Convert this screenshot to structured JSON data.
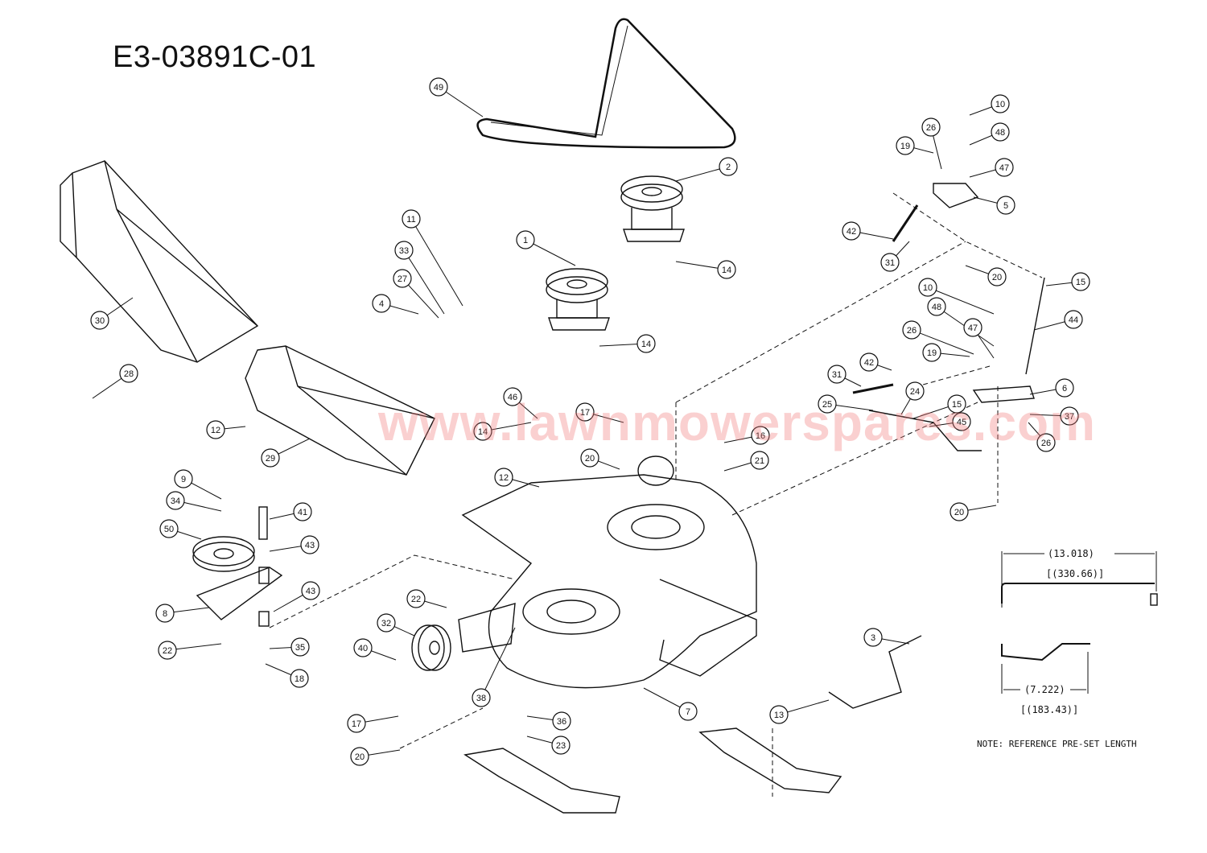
{
  "diagram": {
    "title": "E3-03891C-01",
    "watermark": "www.lawnmowerspares.com",
    "callouts": [
      "49",
      "2",
      "10",
      "48",
      "19",
      "26",
      "47",
      "5",
      "42",
      "31",
      "20",
      "15",
      "44",
      "10",
      "48",
      "26",
      "47",
      "19",
      "42",
      "31",
      "6",
      "24",
      "15",
      "25",
      "45",
      "37",
      "26",
      "20",
      "11",
      "33",
      "27",
      "4",
      "1",
      "14",
      "14",
      "30",
      "28",
      "12",
      "29",
      "46",
      "14",
      "17",
      "20",
      "16",
      "21",
      "12",
      "9",
      "34",
      "41",
      "50",
      "43",
      "43",
      "8",
      "22",
      "35",
      "18",
      "22",
      "32",
      "40",
      "38",
      "36",
      "23",
      "17",
      "20",
      "7",
      "3",
      "13"
    ],
    "dimensions": {
      "long_rod_in": "(13.018)",
      "long_rod_mm": "[(330.66)]",
      "short_rod_in": "(7.222)",
      "short_rod_mm": "[(183.43)]",
      "note": "NOTE: REFERENCE PRE-SET LENGTH"
    }
  }
}
